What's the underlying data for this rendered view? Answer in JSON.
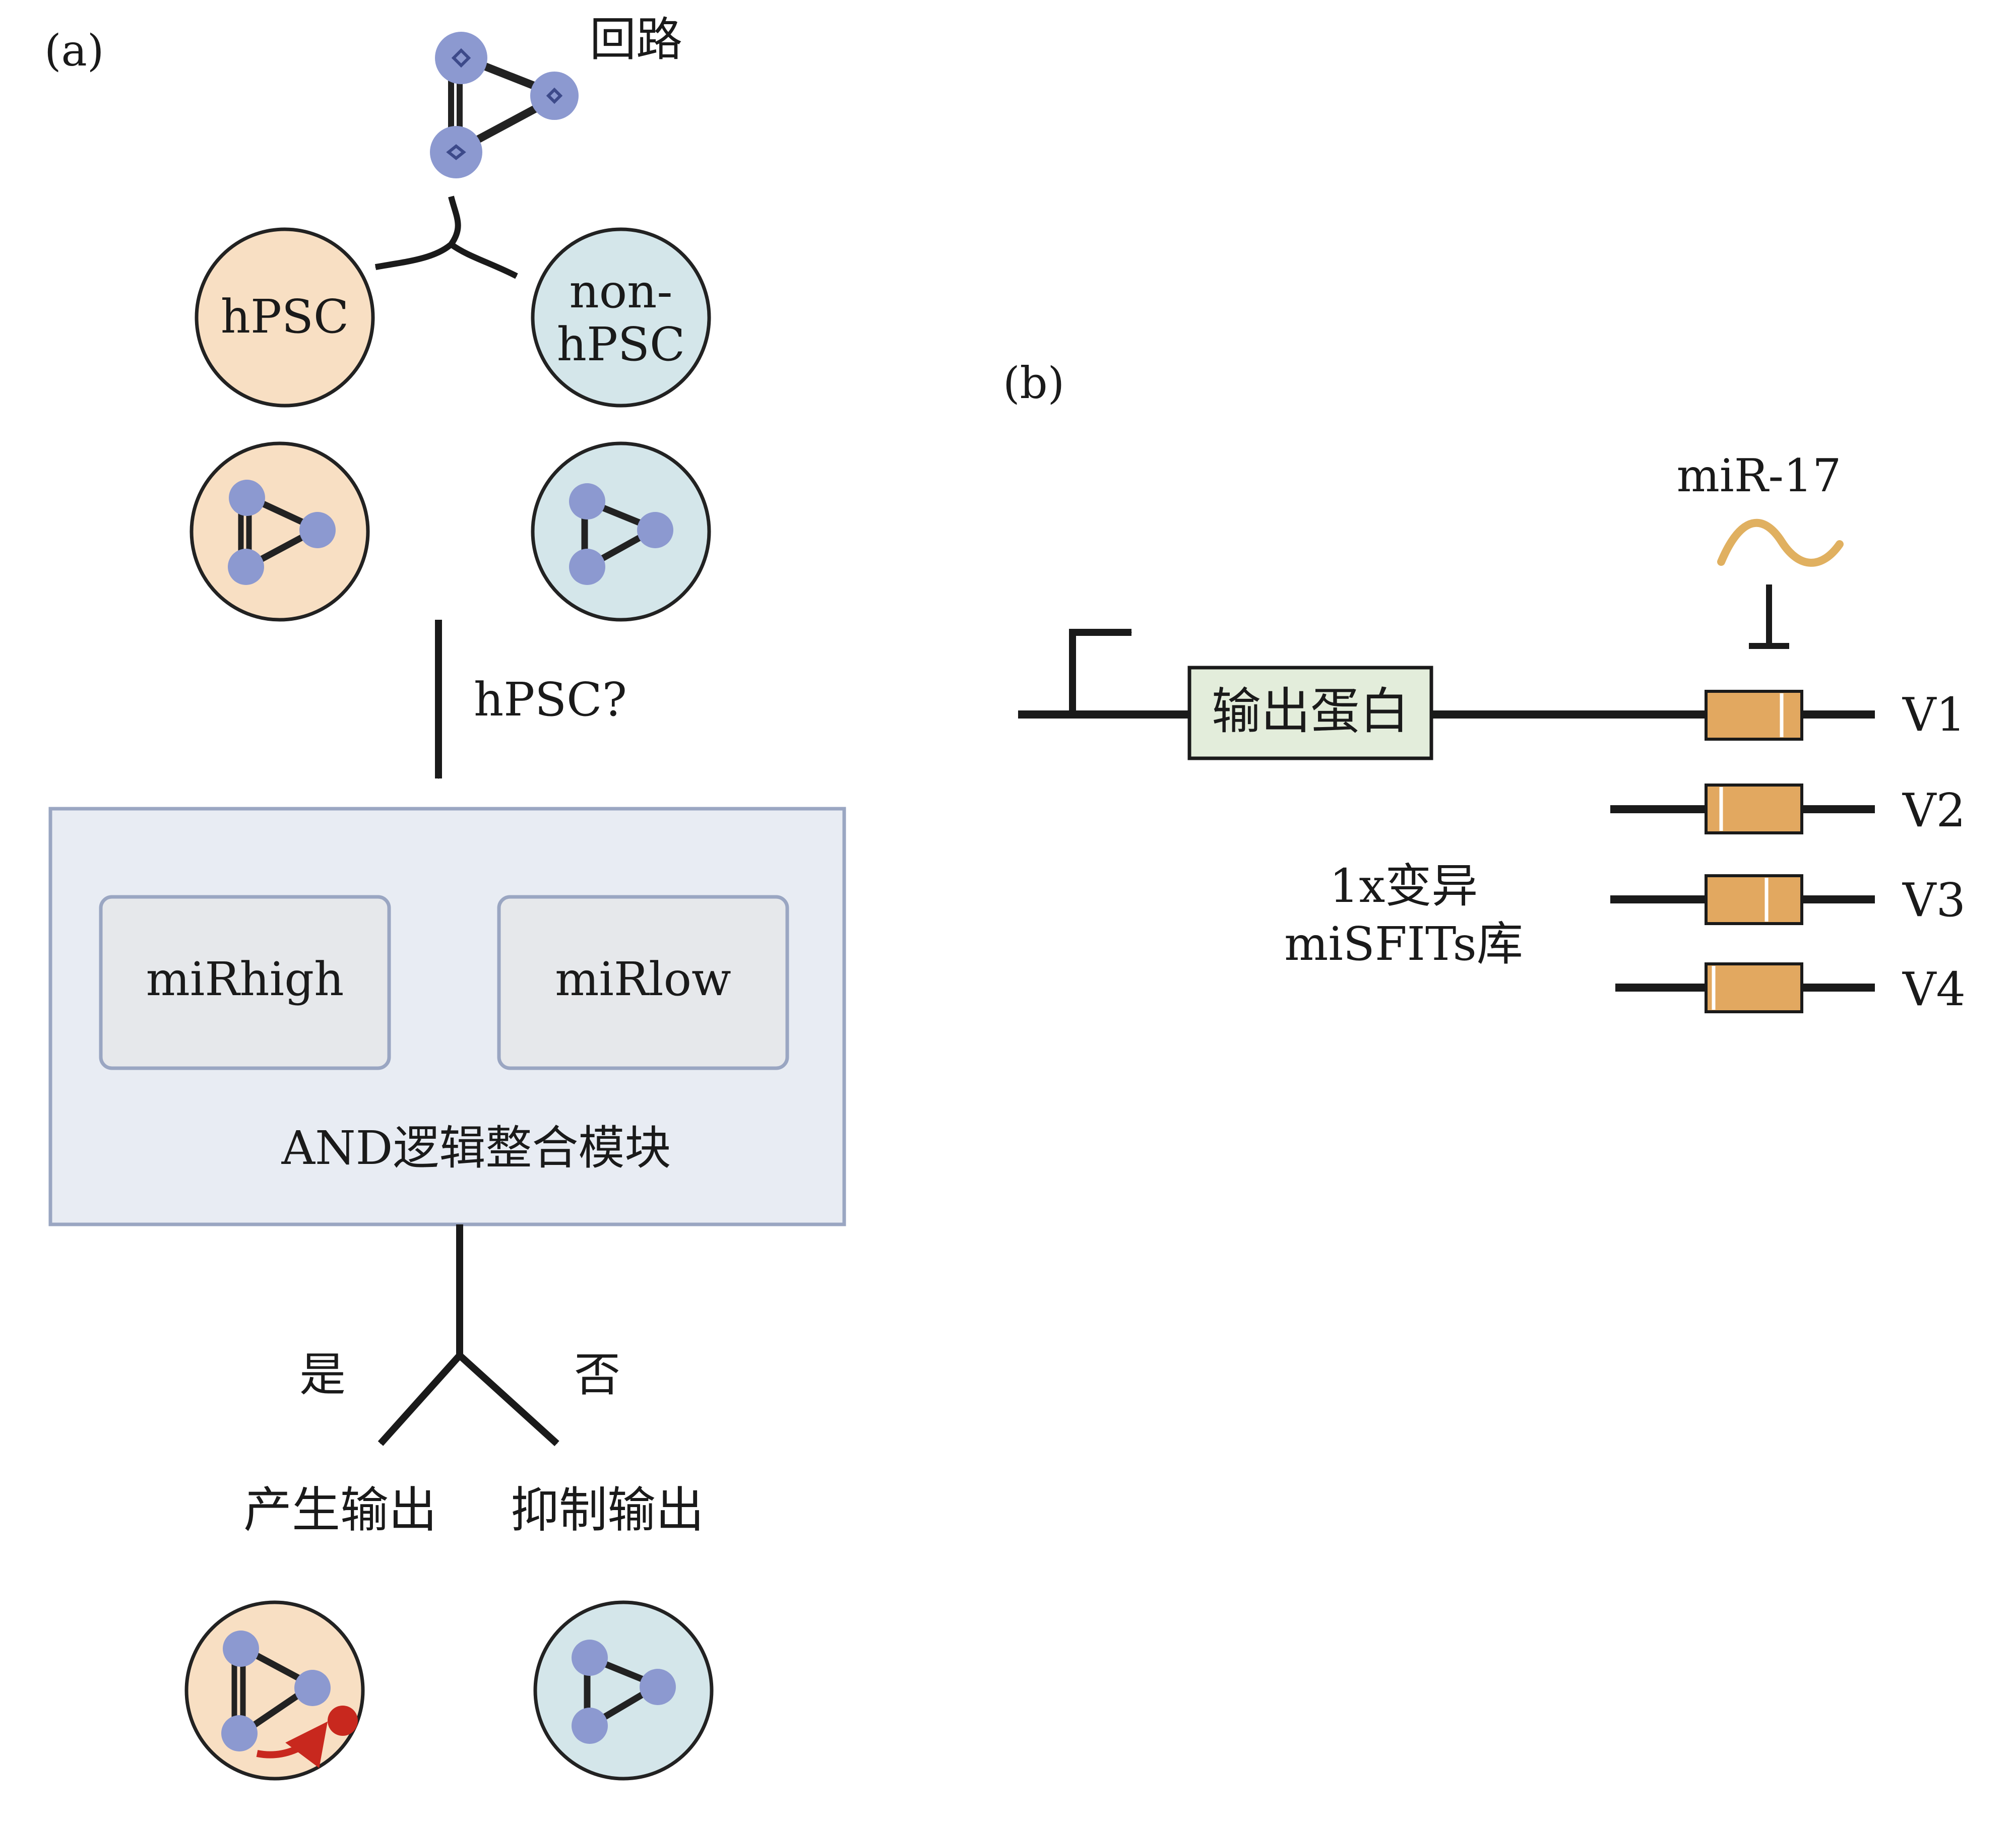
{
  "panel_a": {
    "label": "(a)",
    "circuit_label": "回路",
    "cell_hpsc": "hPSC",
    "cell_non_line1": "non-",
    "cell_non_line2": "hPSC",
    "question": "hPSC?",
    "module_high": "miRhigh",
    "module_low": "miRlow",
    "module_title": "AND逻辑整合模块",
    "yes": "是",
    "no": "否",
    "output_on": "产生输出",
    "output_off": "抑制输出"
  },
  "panel_b": {
    "label": "(b)",
    "mirna": "miR-17",
    "gene_box": "输出蛋白",
    "library_line1": "1x变异",
    "library_line2": "miSFITs库",
    "variants": [
      "V1",
      "V2",
      "V3",
      "V4"
    ]
  },
  "colors": {
    "hpsc_fill": "#f8dfc3",
    "non_hpsc_fill": "#d4e6ea",
    "node_fill": "#8c99d0",
    "module_fill": "#e8ecf3",
    "module_border": "#9aa6c2",
    "inner_fill": "#e6e8eb",
    "gene_fill": "#e3eddb",
    "site_fill": "#e2a860",
    "mirna_color": "#e0b060",
    "output_dot": "#c8281e"
  }
}
